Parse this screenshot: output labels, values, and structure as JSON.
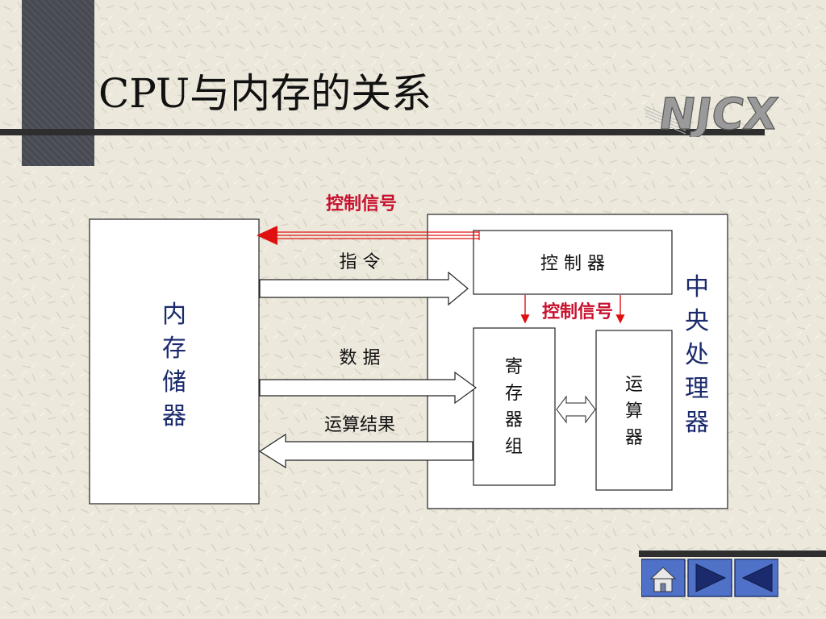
{
  "slide": {
    "title": "CPU与内存的关系",
    "logo_text": "NJCX"
  },
  "diagram": {
    "memory_label": [
      "内",
      "存",
      "储",
      "器"
    ],
    "cpu_label": [
      "中",
      "央",
      "处",
      "理",
      "器"
    ],
    "controller_label": "控 制 器",
    "register_label": [
      "寄",
      "存",
      "器",
      "组"
    ],
    "alu_label": [
      "运",
      "算",
      "器"
    ],
    "control_signal_top": "控制信号",
    "control_signal_inner": "控制信号",
    "instruction_label": "指 令",
    "data_label": "数 据",
    "result_label": "运算结果"
  },
  "colors": {
    "signal_red": "#e01010",
    "signal_text": "#c8102e",
    "cpu_text": "#1a2a6c",
    "nav_blue": "#4f72c8"
  },
  "nav": {
    "home_icon": "home-icon",
    "next_icon": "play-right-icon",
    "prev_icon": "play-left-icon"
  }
}
